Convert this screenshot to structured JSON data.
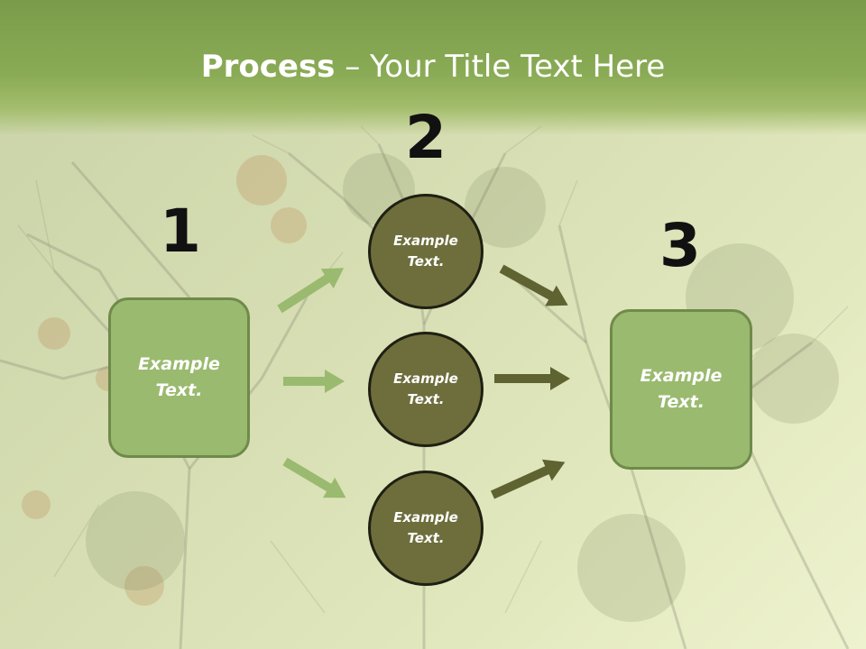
{
  "title": {
    "bold": "Process",
    "rest": " – Your Title Text Here"
  },
  "steps": {
    "n1": "1",
    "n2": "2",
    "n3": "3"
  },
  "left_box": "Example\nText.",
  "circles": [
    "Example\nText.",
    "Example\nText.",
    "Example\nText."
  ],
  "right_box": "Example\nText.",
  "colors": {
    "header": "#8aab55",
    "box_fill": "#9aba6f",
    "circle_fill": "#6e6e3c",
    "light_arrow": "#9aba6f",
    "dark_arrow": "#5f6332"
  }
}
